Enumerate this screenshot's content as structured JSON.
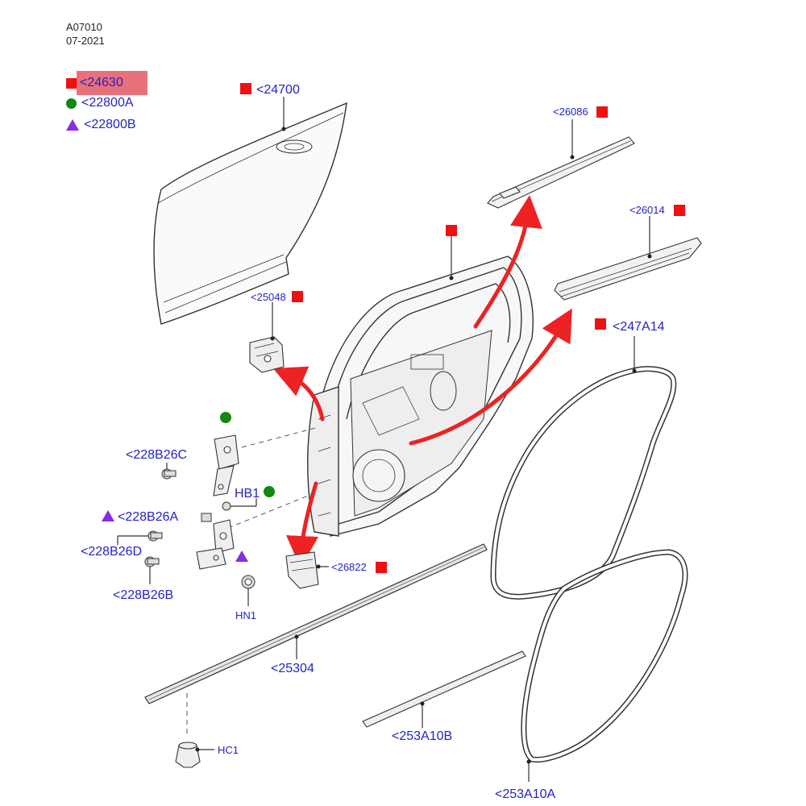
{
  "header": {
    "code": "A07010",
    "date": "07-2021"
  },
  "legend": [
    {
      "shape": "square",
      "label": "<24630",
      "highlighted": true
    },
    {
      "shape": "circle",
      "label": "<22800A"
    },
    {
      "shape": "triangle",
      "label": "<22800B"
    }
  ],
  "callouts": {
    "c24700": "<24700",
    "c26086": "<26086",
    "c26014": "<26014",
    "c25048": "<25048",
    "c247A14": "<247A14",
    "c228B26C": "<228B26C",
    "cHB1": "HB1",
    "c228B26A": "<228B26A",
    "c228B26D": "<228B26D",
    "c228B26B": "<228B26B",
    "cHN1": "HN1",
    "c26822": "<26822",
    "c25304": "<25304",
    "c253A10B": "<253A10B",
    "cHC1": "HC1",
    "c253A10A": "<253A10A"
  },
  "colors": {
    "label": "#2222cc",
    "marker": "#ee1111",
    "arrow": "#ee2222",
    "circle": "#118811",
    "triangle": "#8a2be2",
    "highlight": "#e8707a"
  }
}
